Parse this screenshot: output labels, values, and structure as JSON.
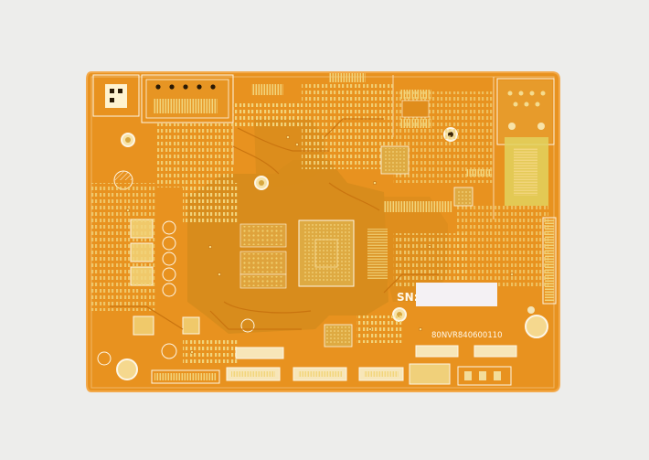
{
  "image": {
    "subject": "printed-circuit-board",
    "colors": {
      "background": "#ededeb",
      "board": "#e8921f",
      "board_edge": "#f0a23a",
      "plane": "#d88c1c",
      "silkscreen": "#fdf6e6",
      "gold_pad": "#e6c56a",
      "label_box": "#f4f1f4"
    }
  },
  "markings": {
    "serial_prefix": "SN:",
    "part_number": "80NVR840600110"
  }
}
